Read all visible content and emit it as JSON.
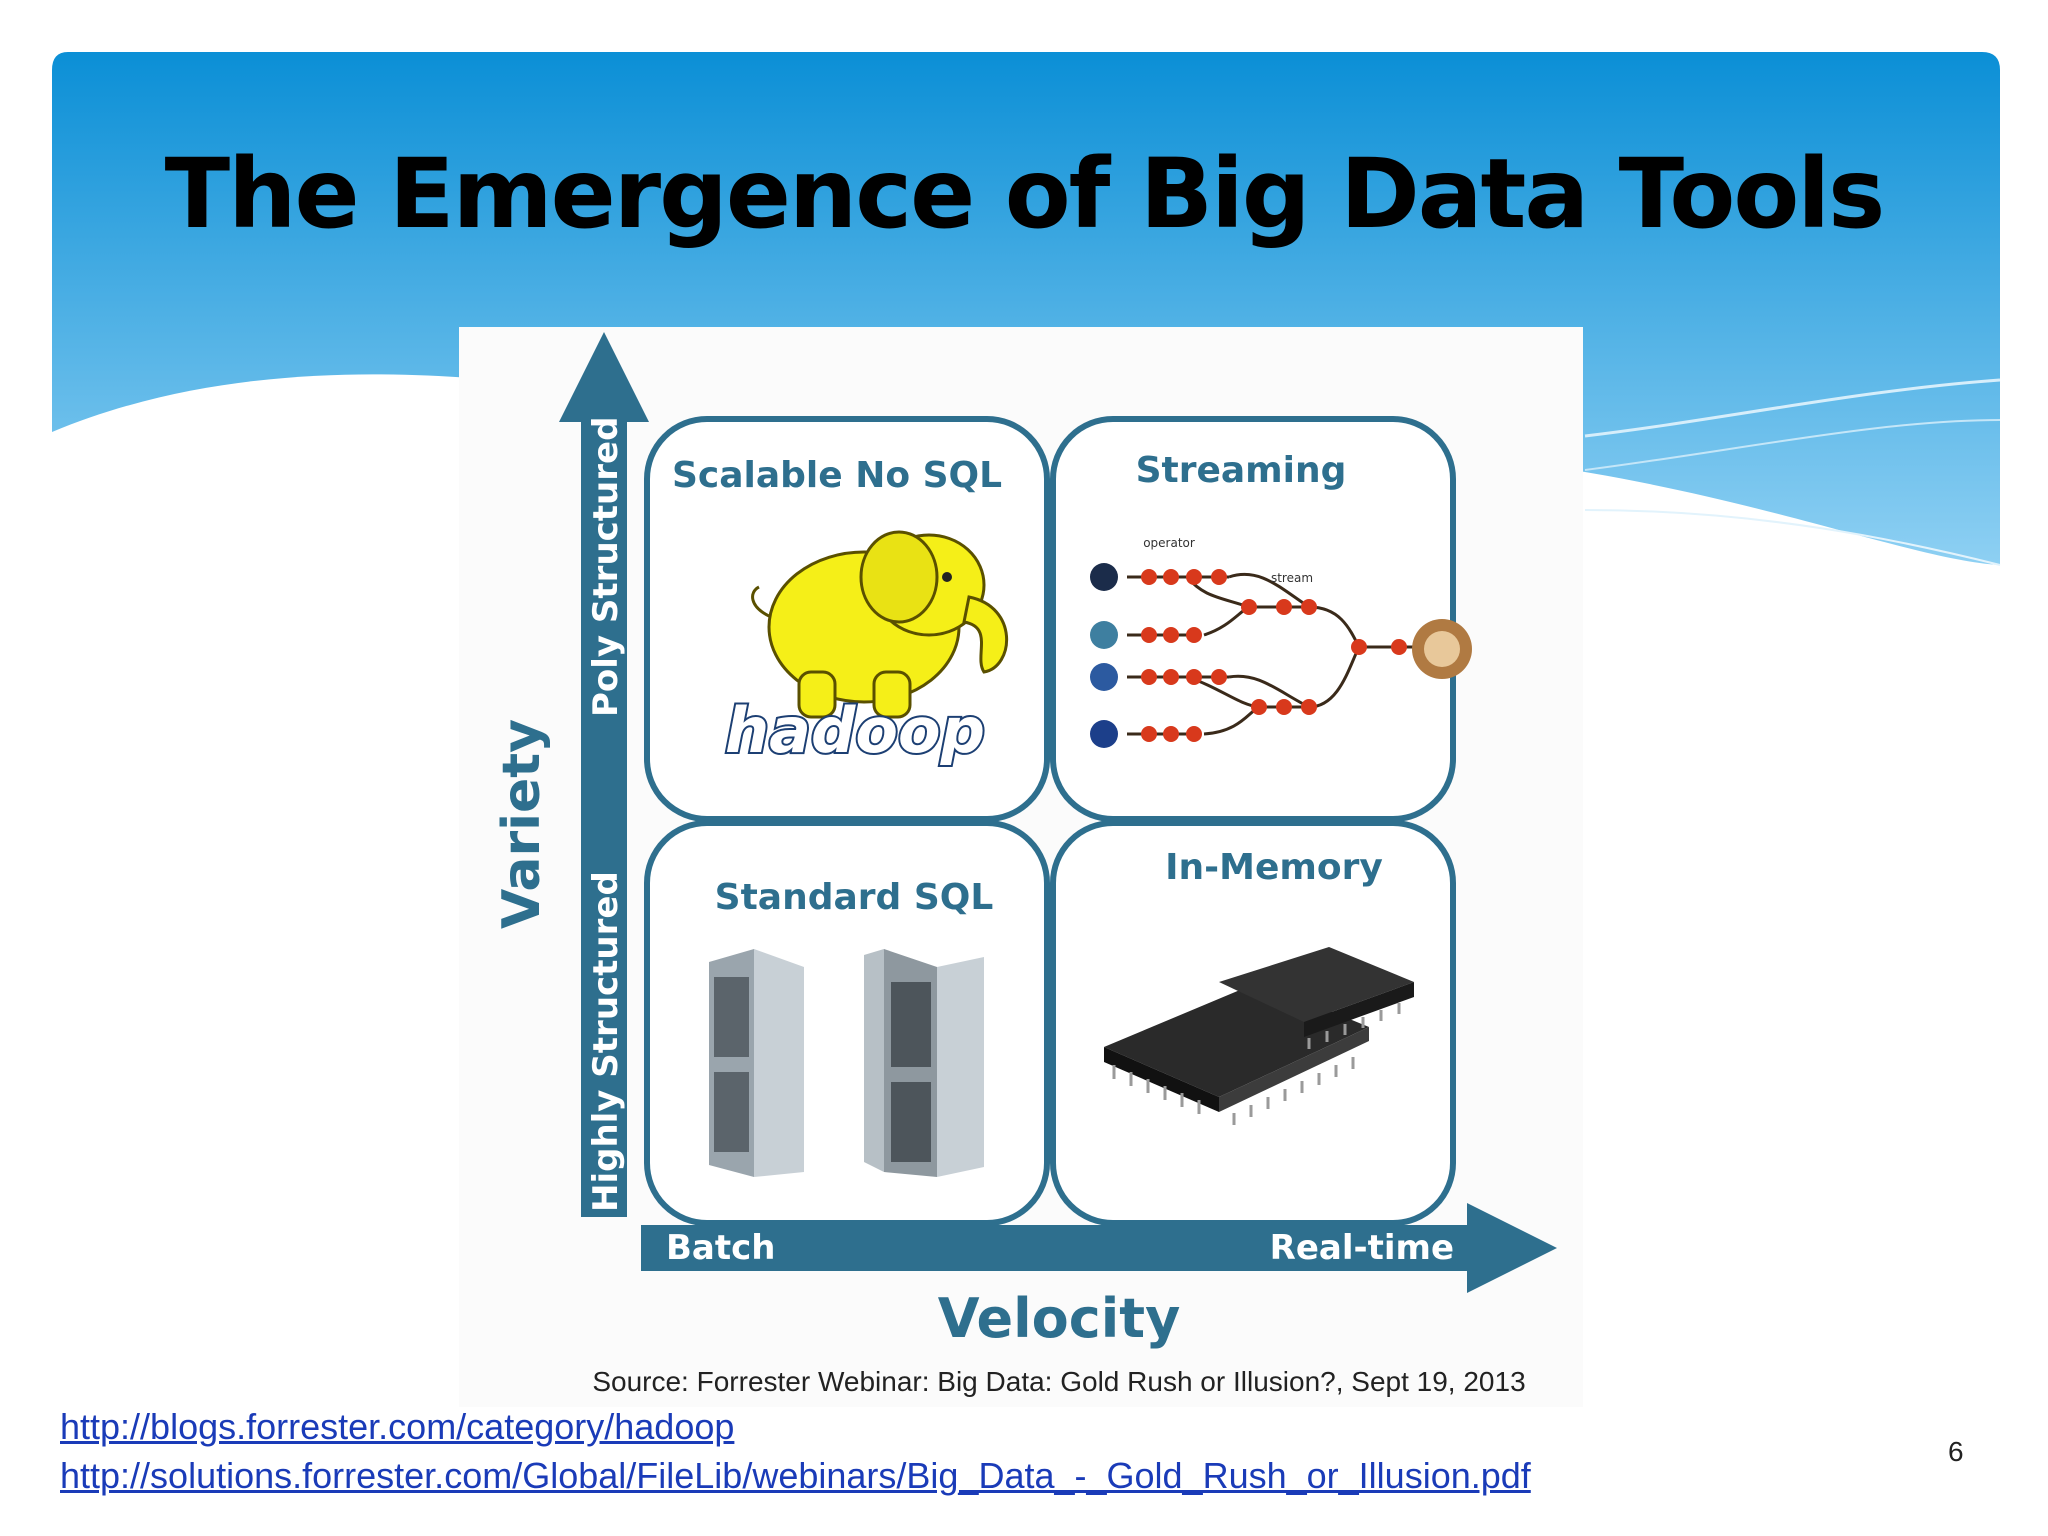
{
  "slide": {
    "title": "The Emergence of Big Data Tools",
    "page_number": "6"
  },
  "figure": {
    "axes": {
      "y_title": "Variety",
      "y_high": "Poly Structured",
      "y_low": "Highly Structured",
      "x_title": "Velocity",
      "x_low": "Batch",
      "x_high": "Real-time"
    },
    "quadrants": {
      "top_left": "Scalable No SQL",
      "top_right": "Streaming",
      "bottom_left": "Standard SQL",
      "bottom_right": "In-Memory"
    },
    "hadoop_logo_text": "hadoop",
    "stream_labels": {
      "operator": "operator",
      "stream": "stream"
    },
    "source": "Source: Forrester Webinar: Big Data: Gold Rush or Illusion?, Sept  19, 2013"
  },
  "links": [
    "http://blogs.forrester.com/category/hadoop",
    "http://solutions.forrester.com/Global/FileLib/webinars/Big_Data_-_Gold_Rush_or_Illusion.pdf"
  ],
  "colors": {
    "banner_top": "#0b8fd6",
    "banner_bottom": "#8ed0f3",
    "diagram_blue": "#2e6f8e",
    "link": "#1a3bb8"
  }
}
